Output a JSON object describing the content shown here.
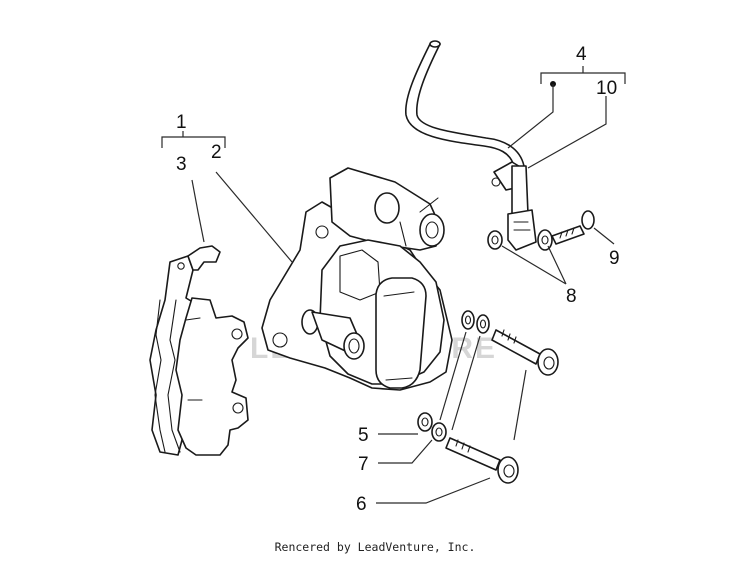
{
  "diagram": {
    "callouts": {
      "c1": "1",
      "c2": "2",
      "c3": "3",
      "c4": "4",
      "c5": "5",
      "c6": "6",
      "c7": "7",
      "c8": "8",
      "c9": "9",
      "c10": "10"
    },
    "watermark": "LEADVENTURE"
  },
  "footer": {
    "credit": "Rencered by LeadVenture, Inc."
  }
}
